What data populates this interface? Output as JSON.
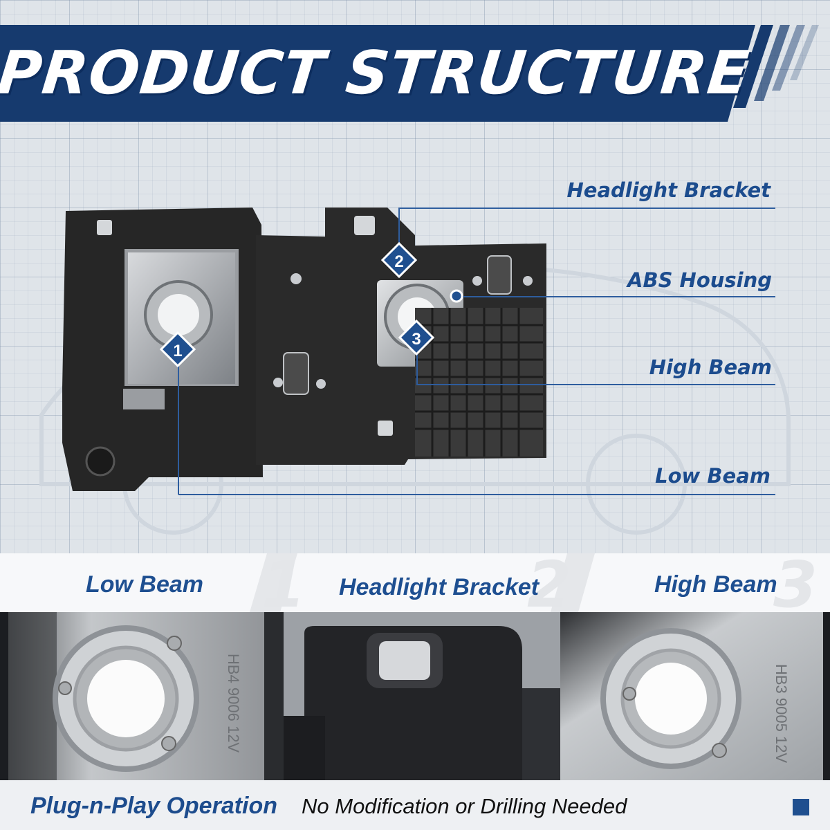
{
  "banner": {
    "title": "PRODUCT STRUCTURE"
  },
  "callouts": [
    {
      "number": "2",
      "label": "Headlight Bracket"
    },
    {
      "number": "",
      "label": "ABS Housing"
    },
    {
      "number": "3",
      "label": "High Beam"
    },
    {
      "number": "1",
      "label": "Low Beam"
    }
  ],
  "strip": {
    "items": [
      {
        "number": "1",
        "label": "Low Beam"
      },
      {
        "number": "2",
        "label": "Headlight Bracket"
      },
      {
        "number": "3",
        "label": "High Beam"
      }
    ]
  },
  "photos": [
    {
      "name": "low-beam-closeup",
      "bulb_marking": "HB4 9006 12V"
    },
    {
      "name": "headlight-bracket-closeup"
    },
    {
      "name": "high-beam-closeup",
      "bulb_marking": "HB3 9005 12V"
    }
  ],
  "footer": {
    "feature": "Plug-n-Play Operation",
    "description": "No Modification or Drilling Needed"
  },
  "colors": {
    "brand_blue": "#1f4f8f",
    "banner_dark": "#163a6e",
    "text_blue": "#1c4c8e"
  }
}
